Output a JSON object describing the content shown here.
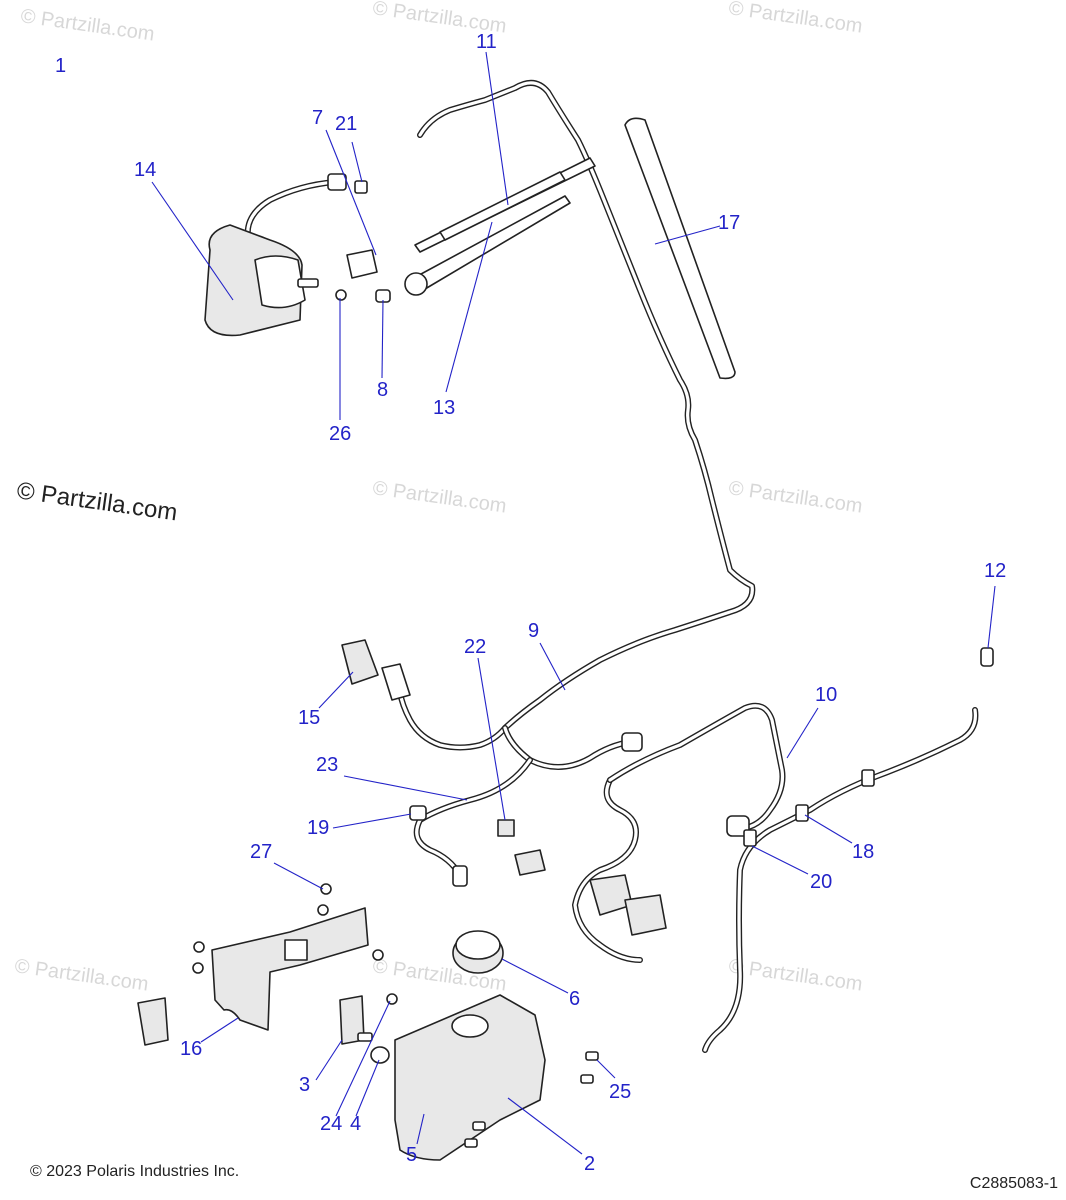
{
  "watermark": "© Partzilla.com",
  "copyright": "© 2023 Polaris Industries Inc.",
  "drawing_code": "C2885083-1",
  "callouts": {
    "c1": "1",
    "c2": "2",
    "c3": "3",
    "c4": "4",
    "c5": "5",
    "c6": "6",
    "c7": "7",
    "c8": "8",
    "c9": "9",
    "c10": "10",
    "c11": "11",
    "c12": "12",
    "c13": "13",
    "c14": "14",
    "c15": "15",
    "c16": "16",
    "c17": "17",
    "c18": "18",
    "c19": "19",
    "c20": "20",
    "c21": "21",
    "c22": "22",
    "c23": "23",
    "c24": "24",
    "c25": "25",
    "c26": "26",
    "c27": "27"
  },
  "colors": {
    "callout": "#2323c8",
    "line_art": "#222222",
    "watermark": "#b8b8b8"
  }
}
